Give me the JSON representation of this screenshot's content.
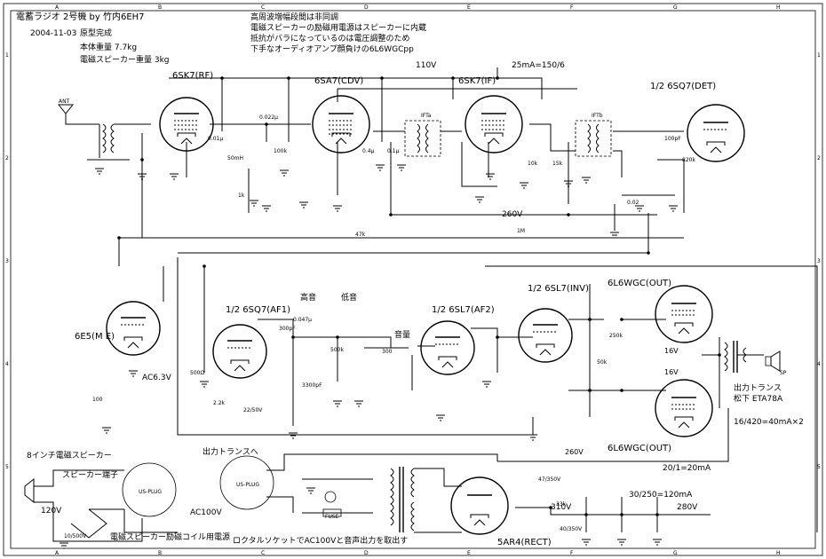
{
  "header": {
    "title": "電蓄ラジオ 2号機 by 竹内6EH7",
    "date": "2004-11-03",
    "status": "原型完成",
    "weight_body": "本体重量 7.7kg",
    "weight_speaker": "電磁スピーカー重量 3kg",
    "notes": [
      "高周波増幅段間は非同調",
      "電磁スピーカーの励磁用電源はスピーカーに内蔵",
      "抵抗がバラになっているのは電圧調整のため",
      "下手なオーディオアンプ顔負けの6L6WGCpp"
    ]
  },
  "grid": {
    "cols": [
      "A",
      "B",
      "C",
      "D",
      "E",
      "F",
      "G",
      "H"
    ],
    "rows": [
      "1",
      "2",
      "3",
      "4",
      "5"
    ]
  },
  "tubes": {
    "rf": "6SK7(RF)",
    "conv": "6SA7(CDV)",
    "if": "6SK7(IF)",
    "det": "1/2 6SQ7(DET)",
    "eye": "6E5(M E)",
    "af1": "1/2 6SQ7(AF1)",
    "af2": "1/2 6SL7(AF2)",
    "inv": "1/2 6SL7(INV)",
    "out1": "6L6WGC(OUT)",
    "out2": "6L6WGC(OUT)",
    "rect": "5AR4(RECT)"
  },
  "labels": {
    "b110": "110V",
    "current25": "25mA=150/6",
    "b260a": "260V",
    "b260b": "260V",
    "b280": "280V",
    "b310": "310V",
    "high": "高音",
    "low": "低音",
    "volume": "音量",
    "ac63": "AC6.3V",
    "ant": "ANT",
    "ift_a": "IFTa",
    "ift_b": "IFTb",
    "v16a": "16V",
    "v16b": "16V",
    "sp": "SP",
    "us_plug": "US-PLUG",
    "fuse": "FUSE"
  },
  "output_trans": {
    "title": "出力トランス",
    "maker": "松下 ETA78A",
    "spec": "16/420=40mA×2",
    "current": "20/1=20mA",
    "rect_current": "30/250=120mA"
  },
  "speaker": {
    "title": "8インチ電磁スピーカー",
    "terminal": "スピーカー端子",
    "ac": "AC100V",
    "dc": "120V",
    "coil_supply": "電磁スピーカー励磁コイル用電源",
    "trans_label": "出力トランスへ"
  },
  "footer_note": "ロクタルソケットでAC100Vと音声出力を取出す",
  "parts": {
    "c0022": "0.022μ",
    "c001": "0.01μ",
    "c0047": "0.047μ",
    "c01": "0.1μ",
    "c04": "0.4μ",
    "c002": "0.02",
    "c300p": "300pF",
    "c3300p": "3300pF",
    "c100p": "100pF",
    "r100k": "100k",
    "r1m": "1M",
    "r500k": "500k",
    "r47k": "47k",
    "r22k": "2.2k",
    "r15k": "15k",
    "r10k": "10k",
    "r50k": "50k",
    "r33k": "33k",
    "r820k": "820k",
    "r250k": "250k",
    "r500ohm": "500Ω",
    "r1k": "1k",
    "c22": "22/50V",
    "c47": "47/350V",
    "c40": "40/350V",
    "c10": "10/500V",
    "l50": "50mH",
    "r300": "300",
    "r100": "100"
  }
}
